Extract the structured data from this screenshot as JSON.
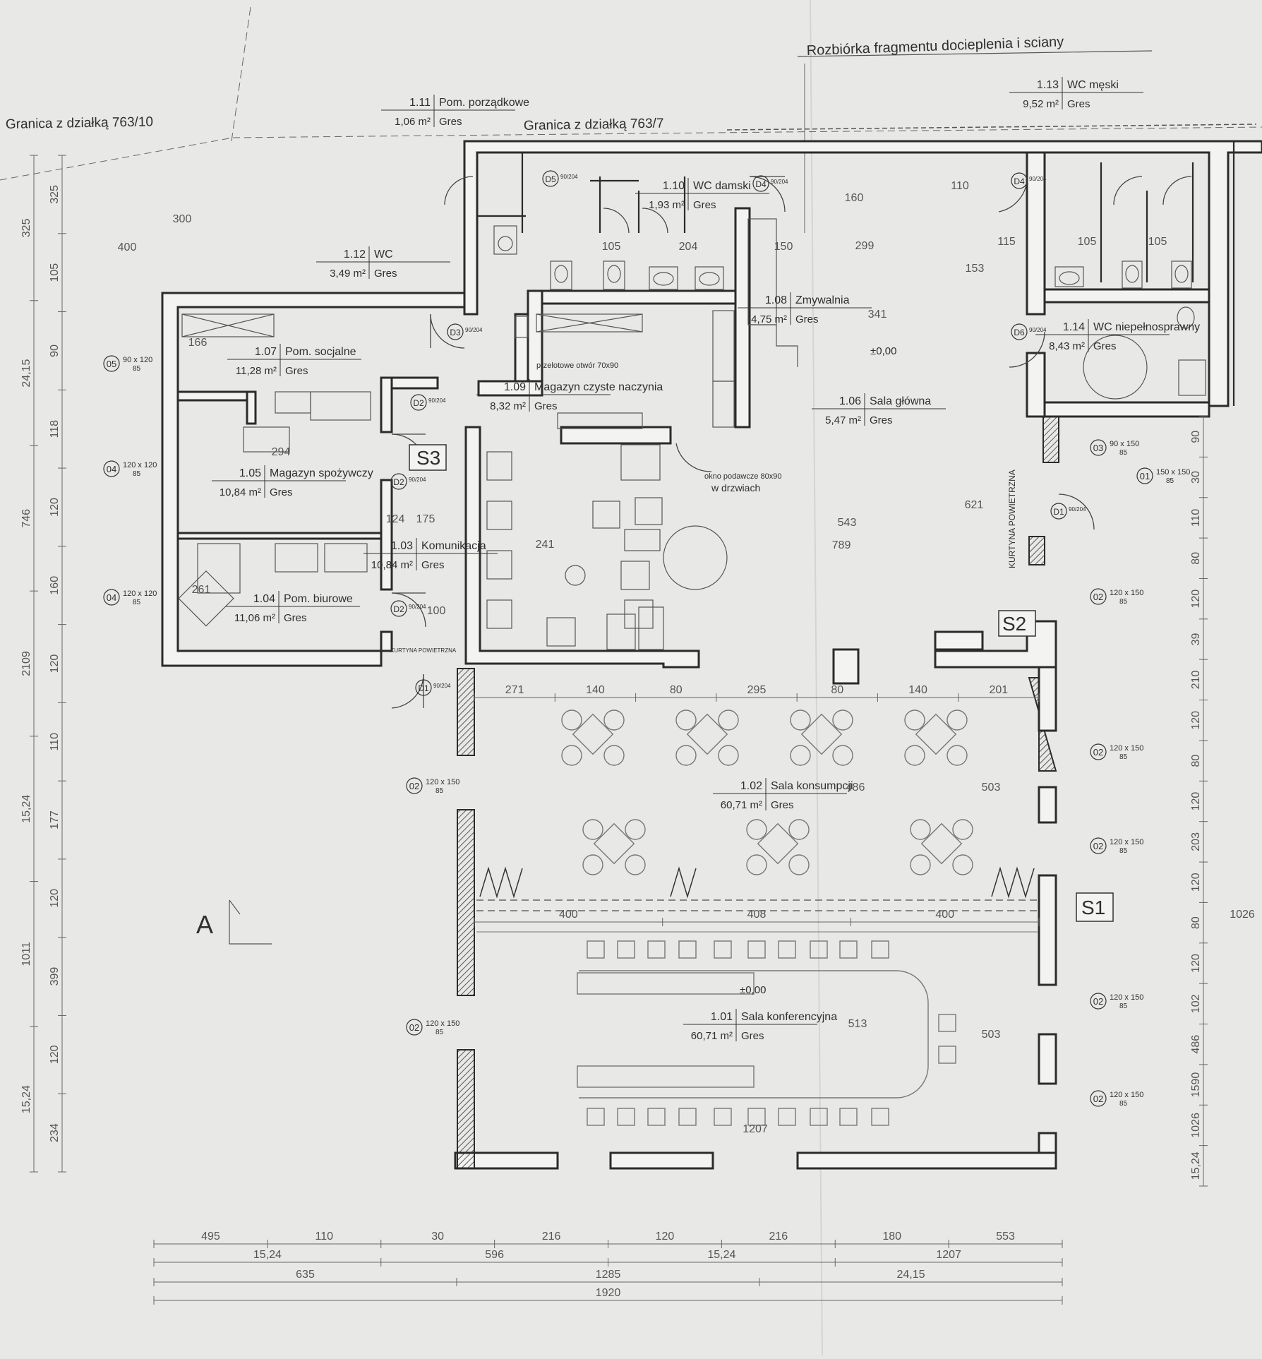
{
  "header": {
    "demolition_note": "Rozbiórka fragmentu docieplenia i sciany",
    "boundary_left": "Granica z działką 763/10",
    "boundary_right": "Granica z działką 763/7",
    "air_curtain": "KURTYNA POWIETRZNA",
    "air_curtain_small": "KURTYNA POWIETRZNA",
    "opening_note": "przelotowe otwór 70x90",
    "window_note": "okno podawcze 80x90",
    "window_note_2": "w drzwiach",
    "level_main": "±0,00",
    "level_conf": "±0,00",
    "section_a": "A",
    "section_s1": "S1",
    "section_s2": "S2",
    "section_s3": "S3"
  },
  "rooms": [
    {
      "num": "1.01",
      "name": "Sala konferencyjna",
      "area": "60,71 m²",
      "floor": "Gres"
    },
    {
      "num": "1.02",
      "name": "Sala konsumpcji",
      "area": "60,71 m²",
      "floor": "Gres"
    },
    {
      "num": "1.03",
      "name": "Komunikacja",
      "area": "10,84 m²",
      "floor": "Gres"
    },
    {
      "num": "1.04",
      "name": "Pom. biurowe",
      "area": "11,06 m²",
      "floor": "Gres"
    },
    {
      "num": "1.05",
      "name": "Magazyn spożywczy",
      "area": "10,84 m²",
      "floor": "Gres"
    },
    {
      "num": "1.06",
      "name": "Sala główna",
      "area": "5,47 m²",
      "floor": "Gres"
    },
    {
      "num": "1.07",
      "name": "Pom. socjalne",
      "area": "11,28 m²",
      "floor": "Gres"
    },
    {
      "num": "1.08",
      "name": "Zmywalnia",
      "area": "4,75 m²",
      "floor": "Gres"
    },
    {
      "num": "1.09",
      "name": "Magazyn czyste naczynia",
      "area": "8,32 m²",
      "floor": "Gres"
    },
    {
      "num": "1.10",
      "name": "WC damski",
      "area": "1,93 m²",
      "floor": "Gres"
    },
    {
      "num": "1.11",
      "name": "Pom. porządkowe",
      "area": "1,06 m²",
      "floor": "Gres"
    },
    {
      "num": "1.12",
      "name": "WC",
      "area": "3,49 m²",
      "floor": "Gres"
    },
    {
      "num": "1.13",
      "name": "WC męski",
      "area": "9,52 m²",
      "floor": "Gres"
    },
    {
      "num": "1.14",
      "name": "WC niepełnosprawny",
      "area": "8,43 m²",
      "floor": "Gres"
    }
  ],
  "windows": [
    {
      "tag": "05",
      "size": "90 x 120",
      "sill": "85"
    },
    {
      "tag": "04",
      "size": "120 x 120",
      "sill": "85"
    },
    {
      "tag": "04",
      "size": "120 x 120",
      "sill": "85"
    },
    {
      "tag": "02",
      "size": "120 x 150",
      "sill": "85"
    },
    {
      "tag": "02",
      "size": "120 x 150",
      "sill": "85"
    },
    {
      "tag": "03",
      "size": "90 x 150",
      "sill": "85"
    },
    {
      "tag": "01",
      "size": "150 x 150",
      "sill": "85"
    },
    {
      "tag": "02",
      "size": "120 x 150",
      "sill": "85"
    },
    {
      "tag": "02",
      "size": "120 x 150",
      "sill": "85"
    },
    {
      "tag": "02",
      "size": "120 x 150",
      "sill": "85"
    },
    {
      "tag": "02",
      "size": "120 x 150",
      "sill": "85"
    },
    {
      "tag": "02",
      "size": "120 x 150",
      "sill": "85"
    }
  ],
  "doors": [
    "D1",
    "D2",
    "D2",
    "D2",
    "D3",
    "D4",
    "D4",
    "D5",
    "D6",
    "D1"
  ],
  "door_size": "90/204",
  "dims": {
    "bottom_row1": [
      "495",
      "110",
      "30",
      "216",
      "120",
      "216",
      "180",
      "553"
    ],
    "bottom_row2": [
      "15,24",
      "596",
      "15,24",
      "1207"
    ],
    "bottom_row3": [
      "635",
      "1285",
      "24,15"
    ],
    "bottom_total": "1920",
    "left_outer": [
      "325",
      "24,15",
      "746",
      "2109",
      "15,24",
      "1011",
      "15,24"
    ],
    "left_inner": [
      "325",
      "105",
      "90",
      "118",
      "120",
      "160",
      "120",
      "110",
      "177",
      "120",
      "399",
      "120",
      "234"
    ],
    "right": [
      "90",
      "30",
      "110",
      "80",
      "120",
      "39",
      "210",
      "120",
      "80",
      "120",
      "203",
      "120",
      "80",
      "120",
      "102",
      "486",
      "1590",
      "1026",
      "15,24"
    ],
    "hall_top": [
      "271",
      "140",
      "80",
      "295",
      "80",
      "140",
      "201"
    ],
    "stair_row": [
      "400",
      "408",
      "400"
    ],
    "misc": [
      "1207",
      "503",
      "503",
      "486",
      "513",
      "621",
      "543",
      "789",
      "341",
      "153",
      "299",
      "150",
      "204",
      "105",
      "115",
      "105",
      "105",
      "175",
      "124",
      "294",
      "166",
      "261",
      "241",
      "160",
      "100",
      "110",
      "400",
      "300",
      "1026"
    ]
  }
}
